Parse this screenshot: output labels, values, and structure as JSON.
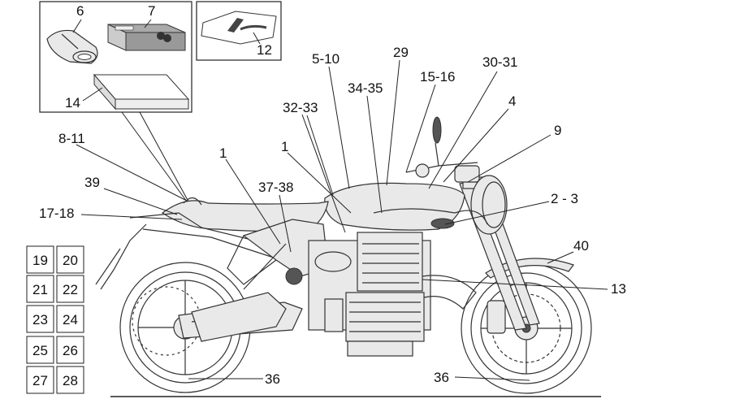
{
  "diagram": {
    "callouts": {
      "c6": "6",
      "c7": "7",
      "c12": "12",
      "c14": "14",
      "c5_10": "5-10",
      "c29": "29",
      "c30_31": "30-31",
      "c15_16": "15-16",
      "c34_35": "34-35",
      "c4": "4",
      "c32_33": "32-33",
      "c9": "9",
      "c8_11": "8-11",
      "c1a": "1",
      "c1b": "1",
      "c39": "39",
      "c37_38": "37-38",
      "c2_3": "2 - 3",
      "c17_18": "17-18",
      "c40": "40",
      "c13": "13",
      "c36a": "36",
      "c36b": "36"
    },
    "grid": [
      "19",
      "20",
      "21",
      "22",
      "23",
      "24",
      "25",
      "26",
      "27",
      "28"
    ]
  }
}
